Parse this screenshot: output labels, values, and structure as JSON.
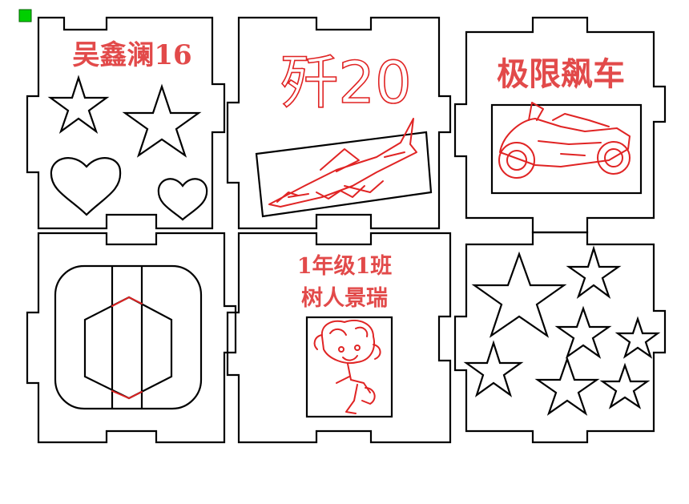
{
  "colors": {
    "cut_line": "#000000",
    "engrave_line": "#e02424",
    "text_fill": "#e24a4a",
    "origin_marker": "#00d000"
  },
  "panels": {
    "top_left": {
      "title": "吴鑫澜16"
    },
    "top_middle": {
      "title": "歼20"
    },
    "top_right": {
      "title": "极限飙车"
    },
    "bottom_middle": {
      "line1": "1年级1班",
      "line2": "树人景瑞"
    }
  },
  "icons": [
    "origin-marker-icon",
    "star-icon",
    "heart-icon",
    "jet-fighter-icon",
    "motorcycle-icon",
    "cartoon-character-icon",
    "hexagon-icon"
  ]
}
